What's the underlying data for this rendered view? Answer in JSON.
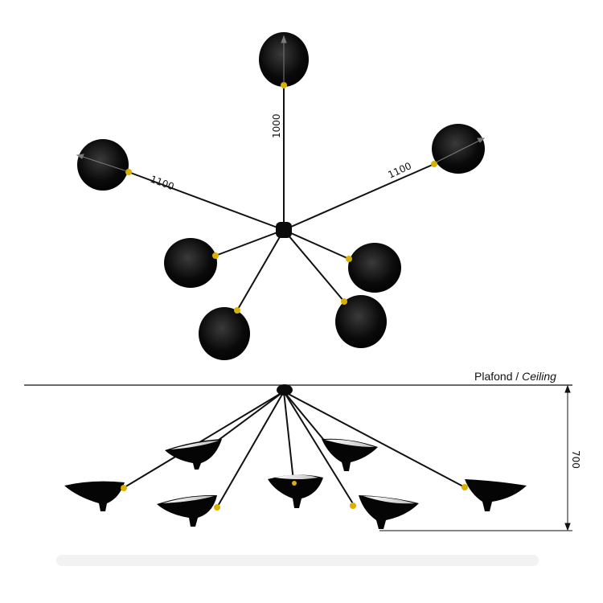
{
  "colors": {
    "shade": "#000000",
    "shade_inner": "#e6e6e6",
    "brass": "#d9b200",
    "arm": "#111111",
    "dim_line": "#777777",
    "background": "#ffffff"
  },
  "top_view": {
    "dim_vertical": "1000",
    "dim_left": "1100",
    "dim_right": "1100"
  },
  "side_view": {
    "ceiling_label_fr": "Plafond / ",
    "ceiling_label_en": "Ceiling",
    "height_dim": "700"
  }
}
